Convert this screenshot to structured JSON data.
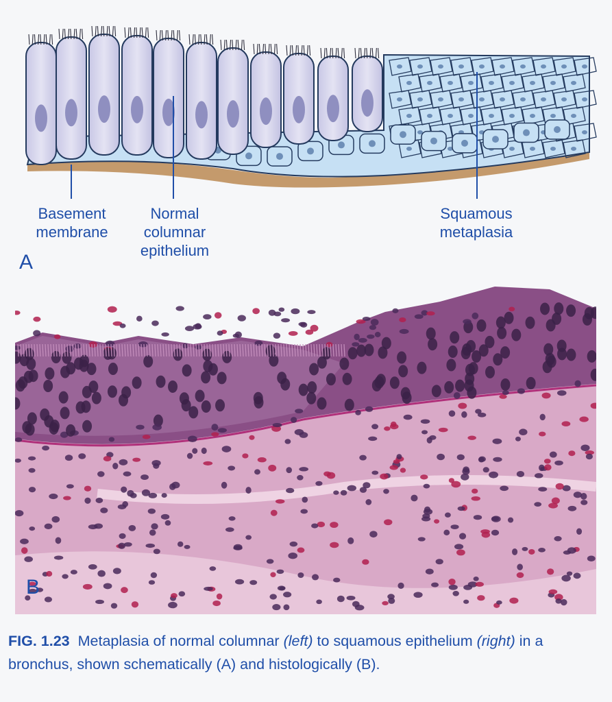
{
  "panel_a": {
    "letter": "A",
    "labels": {
      "basement_membrane_line1": "Basement",
      "basement_membrane_line2": "membrane",
      "normal_columnar_line1": "Normal",
      "normal_columnar_line2": "columnar",
      "normal_columnar_line3": "epithelium",
      "squamous_line1": "Squamous",
      "squamous_line2": "metaplasia"
    }
  },
  "panel_b": {
    "letter": "B"
  },
  "caption": {
    "fig_id": "FIG. 1.23",
    "part1": "Metaplasia of normal columnar",
    "italic1": "(left)",
    "part2": "to squamous epithelium",
    "italic2": "(right)",
    "part3": "in a bronchus, shown schematically (A) and histologically (B)."
  },
  "colors": {
    "label_blue": "#1f4ea8",
    "columnar_cell": "#d9d8ee",
    "squamous_cell": "#c6e0f4",
    "basement": "#c49a6c",
    "tissue_pink": "#c98fb3",
    "nucleus_dark": "#3b2148"
  }
}
